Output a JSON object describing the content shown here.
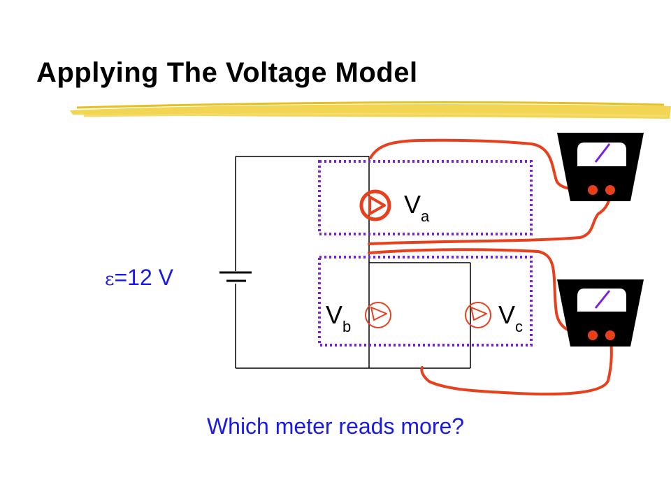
{
  "slide": {
    "title": "Applying The Voltage Model",
    "emf_symbol": "ε",
    "emf_value": "=12 V",
    "question": "Which meter reads more?"
  },
  "bulbs": {
    "a": {
      "label": "V",
      "subscript": "a"
    },
    "b": {
      "label": "V",
      "subscript": "b"
    },
    "c": {
      "label": "V",
      "subscript": "c"
    }
  },
  "colors": {
    "wire": "#000000",
    "probe_wire": "#e8401c",
    "dotted_box": "#7a1fe0",
    "title_underline": "#f0d040",
    "question_text": "#1a1ae6",
    "meter_body": "#000000",
    "meter_needle": "#7a1fe0"
  }
}
